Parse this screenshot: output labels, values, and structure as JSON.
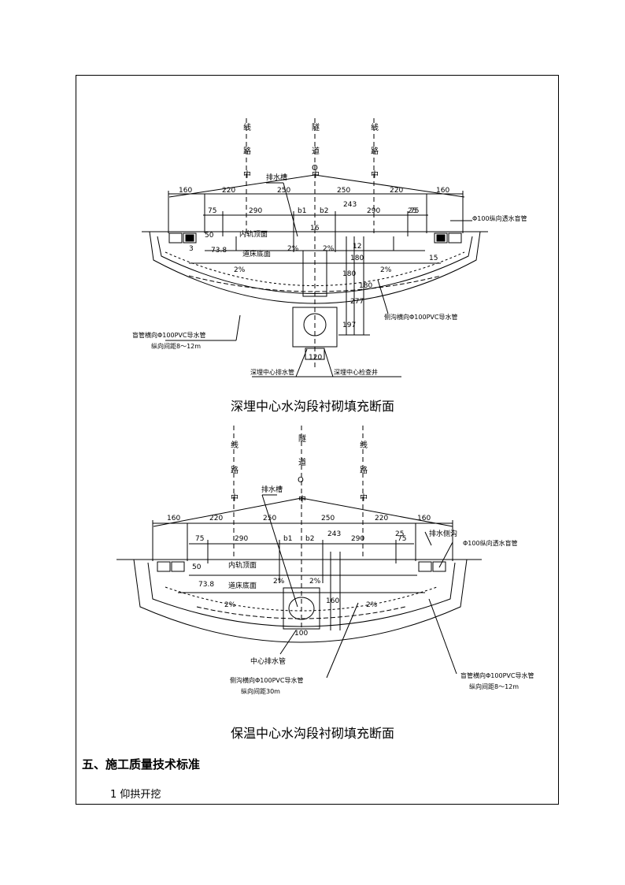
{
  "figure1": {
    "caption": "深埋中心水沟段衬砌填充断面",
    "vertical_labels": {
      "left": "线路中",
      "center": "隧道中",
      "right": "线路中"
    },
    "top_dims": [
      "160",
      "220",
      "250",
      "250",
      "220",
      "160"
    ],
    "second_dims": [
      "75",
      "290",
      "b1",
      "b2",
      "290",
      "75"
    ],
    "height_dims": [
      "243",
      "50",
      "73.8",
      "16",
      "12"
    ],
    "vertical_dims": [
      "180",
      "180",
      "277",
      "180",
      "197"
    ],
    "small_dims": [
      "25",
      "2%",
      "2%",
      "2%",
      "2%",
      "15",
      "120",
      "3"
    ],
    "origin": "O",
    "labels": {
      "drain_trough": "排水槽",
      "fill_top": "内轨顶面",
      "ballast_bottom": "道床底面",
      "side_pipe": "侧沟横向Φ100PVC导水管",
      "blind_pipe_right": "Φ100纵向透水盲管",
      "blind_pipe_left_1": "盲管横向Φ100PVC导水管",
      "blind_pipe_left_2": "纵向间距8～12m",
      "center_drain": "深埋中心排水管",
      "center_well": "深埋中心检查井"
    }
  },
  "figure2": {
    "caption": "保温中心水沟段衬砌填充断面",
    "vertical_labels": {
      "left": "线路中",
      "center": "隧道中",
      "right": "线路中"
    },
    "top_dims": [
      "160",
      "220",
      "250",
      "250",
      "220",
      "160"
    ],
    "second_dims": [
      "75",
      "290",
      "b1",
      "b2",
      "290",
      "75"
    ],
    "height_dims": [
      "243",
      "50",
      "73.8",
      "160"
    ],
    "small_dims": [
      "25",
      "2%",
      "2%",
      "2%",
      "2%",
      "100"
    ],
    "origin": "O",
    "labels": {
      "drain_trough": "排水槽",
      "side_ditch": "排水侧沟",
      "blind_pipe_right": "Φ100纵向透水盲管",
      "fill_top": "内轨顶面",
      "ballast_bottom": "道床底面",
      "center_drain": "中心排水管",
      "side_pipe_1": "侧沟横向Φ100PVC导水管",
      "side_pipe_2": "纵向间距30m",
      "blind_pipe_1": "盲管横向Φ100PVC导水管",
      "blind_pipe_2": "纵向间距8～12m"
    }
  },
  "section": {
    "heading": "五、施工质量技术标准",
    "item": "1 仰拱开挖"
  }
}
